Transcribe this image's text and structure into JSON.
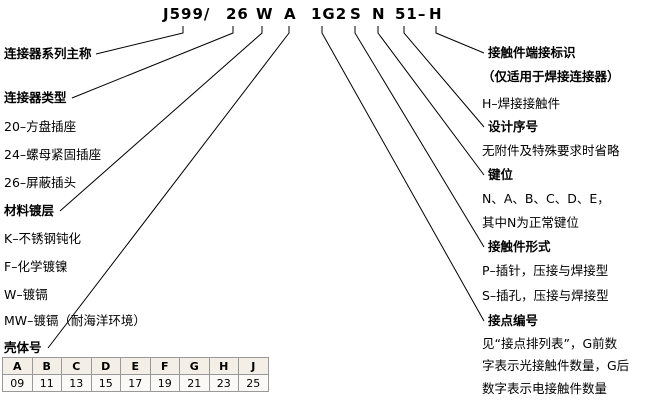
{
  "code": {
    "segments": [
      "J599/",
      "26",
      "W",
      "A",
      "1G2",
      "S",
      "N",
      "51–",
      "H"
    ]
  },
  "left": {
    "series": {
      "title": "连接器系列主称"
    },
    "type": {
      "title": "连接器类型",
      "items": [
        "20–方盘插座",
        "24–螺母紧固插座",
        "26–屏蔽插头"
      ]
    },
    "plating": {
      "title": "材料镀层",
      "items": [
        "K–不锈钢钝化",
        "F–化学镀镍",
        "W–镀镉",
        "MW–镀镉（耐海洋环境）"
      ]
    },
    "shell": {
      "title": "壳体号"
    }
  },
  "table": {
    "headers": [
      "A",
      "B",
      "C",
      "D",
      "E",
      "F",
      "G",
      "H",
      "J"
    ],
    "values": [
      "09",
      "11",
      "13",
      "15",
      "17",
      "19",
      "21",
      "23",
      "25"
    ]
  },
  "right": {
    "termination": {
      "title": "接触件端接标识",
      "items": [
        "（仅适用于焊接连接器）",
        "H–焊接接触件"
      ]
    },
    "design": {
      "title": "设计序号",
      "items": [
        "无附件及特殊要求时省略"
      ]
    },
    "key": {
      "title": "键位",
      "items": [
        "N、A、B、C、D、E，",
        "其中N为正常键位"
      ]
    },
    "contact_form": {
      "title": "接触件形式",
      "items": [
        "P–插针，压接与焊接型",
        "S–插孔，压接与焊接型"
      ]
    },
    "contact_number": {
      "title": "接点编号",
      "items": [
        "见“接点排列表”，G前数",
        "字表示光接触件数量，G后",
        "数字表示电接触件数量"
      ]
    }
  }
}
